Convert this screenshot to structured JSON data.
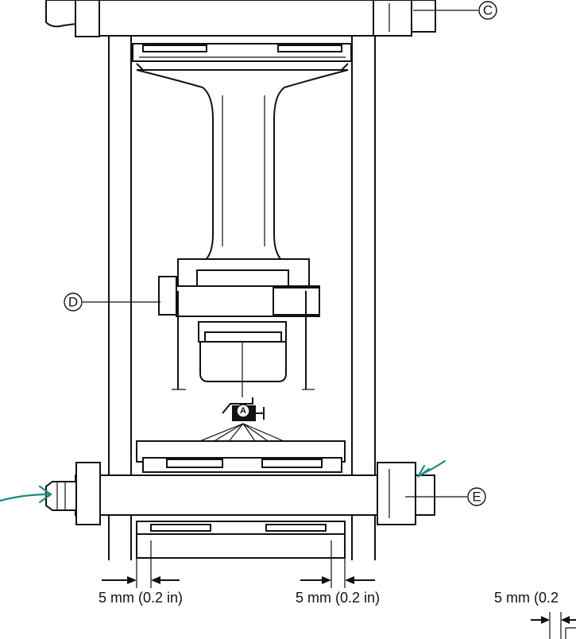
{
  "callouts": {
    "c": "C",
    "d": "D",
    "e": "E",
    "a": "A"
  },
  "dimensions": {
    "left": "5 mm (0.2 in)",
    "right": "5 mm (0.2 in)",
    "corner": "5 mm (0.2"
  },
  "colors": {
    "line": "#111111",
    "annotation_ink": "#1b8a86"
  },
  "icons": [
    "grease-gun-icon",
    "annotation-arrow-icon"
  ]
}
